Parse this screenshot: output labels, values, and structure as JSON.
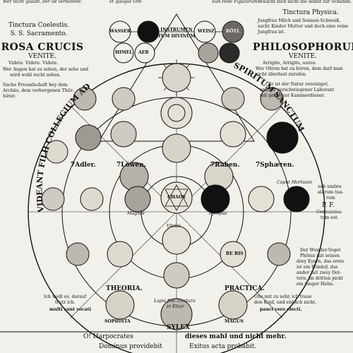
{
  "top": {
    "left_fragment": "Wer nicht glaubt, der ist verdammt.",
    "center_fragment": "et quoque Ord",
    "center_right_fragment": "Sub Pede Figurarum",
    "right_fragment": "Braucht dich nicht die selbst zur Schande."
  },
  "left_panel": {
    "tinctura": "Tinctura Coelestis.",
    "sacramento": "S. S. Sacramento.",
    "title": "ROSA CRUCIS",
    "subtitle": "VENITE.",
    "videte": "Videte. Videte. Videte.",
    "text1": "Wer Augen hat zu sehen, der sehe und",
    "text2": "wird wohl recht sehen.",
    "text3": "Suche Freundschaft bey dem",
    "text4": "Archäo, dem verborgenen Thür-",
    "text5": "hüter."
  },
  "right_panel": {
    "tinctura": "Tinctura Physica.",
    "text1": "Jungfrau Milch und Sonnen-Schweiß,",
    "text2": "sucht Kinder Mutter und doch eine reine",
    "text3": "Jungfrau ist.",
    "title": "PHILOSOPHORUM",
    "subtitle": "VENITE.",
    "arrigite": "Arrigite, Arrigite, aures.",
    "text4": "Wer Ohren hat zu hören, dem darf man",
    "text5": "nicht überlaut zurufen.",
    "text6": "Er ist der Natur vereiniget,",
    "text7": "und ihr verschwiegener Laborant",
    "text8": "mit geheimer Kammerdiener."
  },
  "ring_top": {
    "wasser": "WASSER",
    "weisz": "WEISZ",
    "rotl": "RÖTL",
    "instrumen": "INSTRUMEN",
    "tum": "TUM DIVINUM",
    "himel": "HIMEL",
    "aer": "AER"
  },
  "arc": {
    "left": "VIDEANT FILII COLLEGIUM AD",
    "right": "SPIRITUM SANCTUM"
  },
  "circle_labels": {
    "adler": "7Adler.",
    "lowen": "7Löwen.",
    "raben": "7Raben.",
    "spharen": "7Sphæren.",
    "chaos": "CHAOS",
    "magnes": "Magnes",
    "pyropus": "Pyropus",
    "rebis": "RE BIS",
    "theoria": "THEORIA.",
    "practica": "PRACTICA.",
    "sophista": "SOPHISTA",
    "magus": "MAGUS",
    "sylex": "SYLEX",
    "caput": "Caput Mortuum",
    "vitriol": "Vitriol"
  },
  "lower_right": {
    "fab1": "sub umbra",
    "fab2": "alarum tua-",
    "fab3": "rum",
    "pf": "P. F.",
    "consum1": "Consumma-",
    "consum2": "tum est.",
    "wunder1": "Der Wunder-Vogel",
    "wunder2": "Phönix mit seinen",
    "wunder3": "drey Eyern, das erste",
    "wunder4": "ist ein Windeÿ, das",
    "wunder5": "ander mit zwey Dot-",
    "wunder6": "tern, im dritten pickt",
    "wunder7": "ein junger Hahn."
  },
  "bottom": {
    "left1": "Ich weiß es, darauf",
    "left2": "trutz ich.",
    "left3": "multi sunt vocati",
    "right1": "Oho mit zu sehr, ich traue",
    "right2": "den Kopf, und entsich nicht.",
    "right3": "pauci vero electi.",
    "lapis": "Lapis five Tinctura",
    "lapis2": "et Elixir",
    "harpocrates": "O! Harpocrates",
    "mehr": "dieses mahl und nicht mehr.",
    "dominus": "Dominus providebit",
    "exitus": "Exitus acta probabit."
  }
}
